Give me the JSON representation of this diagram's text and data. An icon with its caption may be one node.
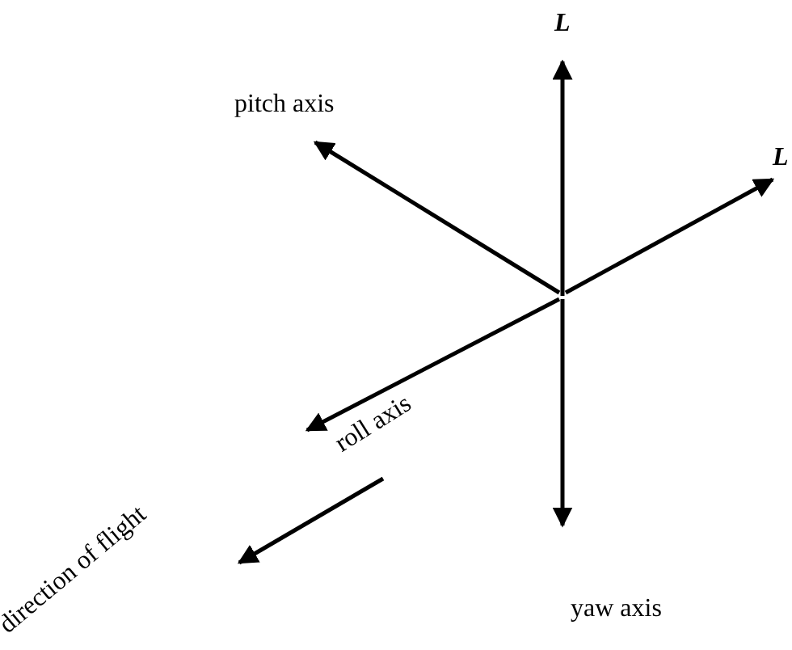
{
  "diagram": {
    "labels": [
      "L",
      "pitch axis",
      "L",
      "roll axis",
      "direction of flight",
      "yaw axis"
    ]
  }
}
